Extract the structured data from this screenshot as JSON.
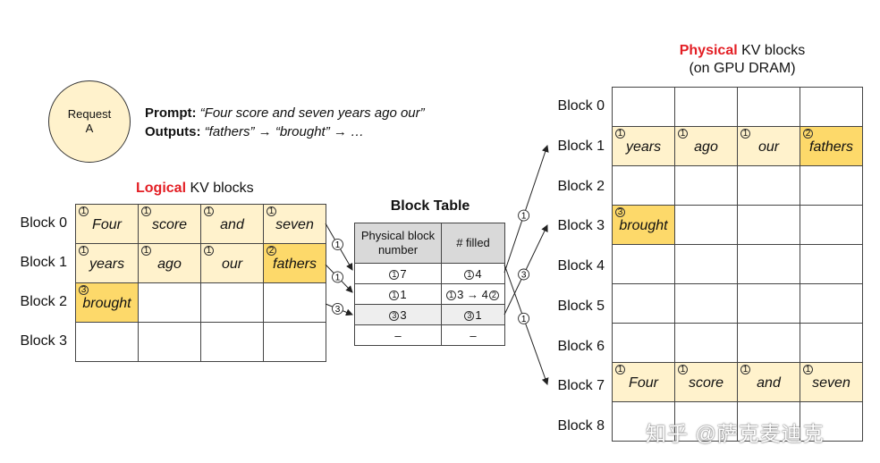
{
  "request": {
    "line1": "Request",
    "line2": "A"
  },
  "prompt": {
    "prompt_label": "Prompt:",
    "prompt_text": "“Four score and seven years ago our”",
    "outputs_label": "Outputs:",
    "outputs_text": "“fathers” → “brought” → …"
  },
  "logical": {
    "title_red": "Logical",
    "title_rest": " KV blocks",
    "row_labels": [
      "Block 0",
      "Block 1",
      "Block 2",
      "Block 3"
    ],
    "rows": [
      [
        {
          "text": "Four",
          "badge": "1",
          "style": "filled"
        },
        {
          "text": "score",
          "badge": "1",
          "style": "filled"
        },
        {
          "text": "and",
          "badge": "1",
          "style": "filled"
        },
        {
          "text": "seven",
          "badge": "1",
          "style": "filled"
        }
      ],
      [
        {
          "text": "years",
          "badge": "1",
          "style": "filled"
        },
        {
          "text": "ago",
          "badge": "1",
          "style": "filled"
        },
        {
          "text": "our",
          "badge": "1",
          "style": "filled"
        },
        {
          "text": "fathers",
          "badge": "2",
          "style": "hl"
        }
      ],
      [
        {
          "text": "brought",
          "badge": "3",
          "style": "hl"
        },
        {
          "text": "",
          "badge": "",
          "style": ""
        },
        {
          "text": "",
          "badge": "",
          "style": ""
        },
        {
          "text": "",
          "badge": "",
          "style": ""
        }
      ],
      [
        {
          "text": "",
          "badge": "",
          "style": ""
        },
        {
          "text": "",
          "badge": "",
          "style": ""
        },
        {
          "text": "",
          "badge": "",
          "style": ""
        },
        {
          "text": "",
          "badge": "",
          "style": ""
        }
      ]
    ]
  },
  "block_table": {
    "title": "Block Table",
    "col1_line1": "Physical block",
    "col1_line2": "number",
    "col2": "# filled",
    "rows": [
      {
        "phys_badge": "1",
        "phys": "7",
        "filled_badge": "1",
        "filled": "4",
        "filled_extra": "",
        "filled_extra_badge": ""
      },
      {
        "phys_badge": "1",
        "phys": "1",
        "filled_badge": "1",
        "filled": "3 → 4",
        "filled_extra": "",
        "filled_extra_badge": "2"
      },
      {
        "phys_badge": "3",
        "phys": "3",
        "filled_badge": "3",
        "filled": "1",
        "filled_extra": "",
        "filled_extra_badge": ""
      },
      {
        "phys_badge": "",
        "phys": "–",
        "filled_badge": "",
        "filled": "–",
        "filled_extra": "",
        "filled_extra_badge": ""
      }
    ]
  },
  "physical": {
    "title_red": "Physical",
    "title_rest": " KV blocks",
    "subtitle": "(on GPU DRAM)",
    "row_labels": [
      "Block 0",
      "Block 1",
      "Block 2",
      "Block 3",
      "Block 4",
      "Block 5",
      "Block 6",
      "Block 7",
      "Block 8"
    ],
    "rows": [
      [
        {
          "text": "",
          "badge": "",
          "style": ""
        },
        {
          "text": "",
          "badge": "",
          "style": ""
        },
        {
          "text": "",
          "badge": "",
          "style": ""
        },
        {
          "text": "",
          "badge": "",
          "style": ""
        }
      ],
      [
        {
          "text": "years",
          "badge": "1",
          "style": "filled"
        },
        {
          "text": "ago",
          "badge": "1",
          "style": "filled"
        },
        {
          "text": "our",
          "badge": "1",
          "style": "filled"
        },
        {
          "text": "fathers",
          "badge": "2",
          "style": "hl"
        }
      ],
      [
        {
          "text": "",
          "badge": "",
          "style": ""
        },
        {
          "text": "",
          "badge": "",
          "style": ""
        },
        {
          "text": "",
          "badge": "",
          "style": ""
        },
        {
          "text": "",
          "badge": "",
          "style": ""
        }
      ],
      [
        {
          "text": "brought",
          "badge": "3",
          "style": "hl"
        },
        {
          "text": "",
          "badge": "",
          "style": ""
        },
        {
          "text": "",
          "badge": "",
          "style": ""
        },
        {
          "text": "",
          "badge": "",
          "style": ""
        }
      ],
      [
        {
          "text": "",
          "badge": "",
          "style": ""
        },
        {
          "text": "",
          "badge": "",
          "style": ""
        },
        {
          "text": "",
          "badge": "",
          "style": ""
        },
        {
          "text": "",
          "badge": "",
          "style": ""
        }
      ],
      [
        {
          "text": "",
          "badge": "",
          "style": ""
        },
        {
          "text": "",
          "badge": "",
          "style": ""
        },
        {
          "text": "",
          "badge": "",
          "style": ""
        },
        {
          "text": "",
          "badge": "",
          "style": ""
        }
      ],
      [
        {
          "text": "",
          "badge": "",
          "style": ""
        },
        {
          "text": "",
          "badge": "",
          "style": ""
        },
        {
          "text": "",
          "badge": "",
          "style": ""
        },
        {
          "text": "",
          "badge": "",
          "style": ""
        }
      ],
      [
        {
          "text": "Four",
          "badge": "1",
          "style": "filled"
        },
        {
          "text": "score",
          "badge": "1",
          "style": "filled"
        },
        {
          "text": "and",
          "badge": "1",
          "style": "filled"
        },
        {
          "text": "seven",
          "badge": "1",
          "style": "filled"
        }
      ],
      [
        {
          "text": "",
          "badge": "",
          "style": ""
        },
        {
          "text": "",
          "badge": "",
          "style": ""
        },
        {
          "text": "",
          "badge": "",
          "style": ""
        },
        {
          "text": "",
          "badge": "",
          "style": ""
        }
      ]
    ]
  },
  "arrow_labels": {
    "logical_to_table": [
      "1",
      "1",
      "3"
    ],
    "table_to_physical": [
      "1",
      "3",
      "1"
    ]
  },
  "colors": {
    "filled": "#fff2cc",
    "highlight": "#fdd96a",
    "accent_red": "#e31e24"
  },
  "watermark": "知乎 @萨克麦迪克"
}
